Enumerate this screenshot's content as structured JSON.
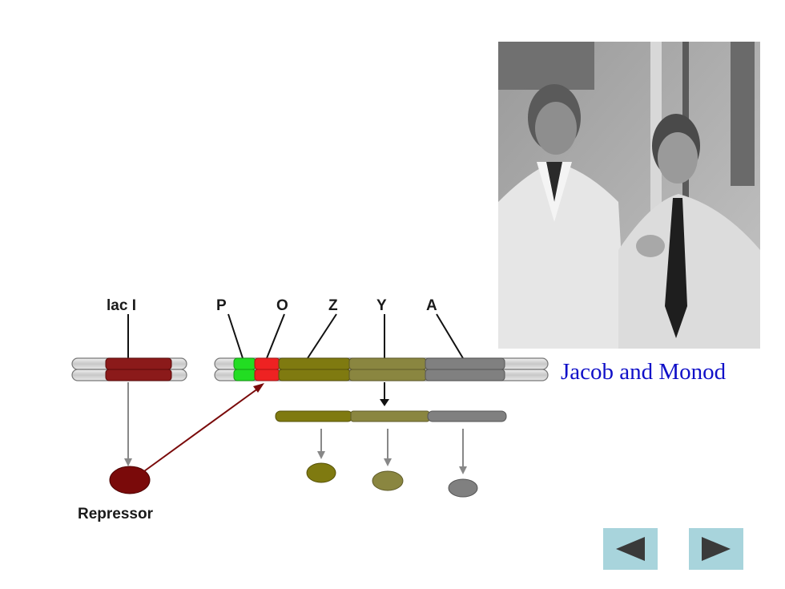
{
  "genes": {
    "lacI": "lac I",
    "P": "P",
    "O": "O",
    "Z": "Z",
    "Y": "Y",
    "A": "A"
  },
  "repressor_label": "Repressor",
  "caption": "Jacob and Monod",
  "photo": {
    "description_icon": "photo-of-two-scientists"
  },
  "colors": {
    "lacI": "#8b1a1a",
    "promoter": "#22dd22",
    "operator": "#ee2222",
    "lacZ": "#7f7a10",
    "lacY": "#8a8640",
    "lacA": "#808080",
    "dna_backbone": "#d0d0d0",
    "repressor": "#7a0a0a",
    "caption": "#1010c8",
    "nav_button": "#a8d4dc"
  },
  "nav": {
    "prev_icon": "triangle-left-icon",
    "next_icon": "triangle-right-icon"
  }
}
